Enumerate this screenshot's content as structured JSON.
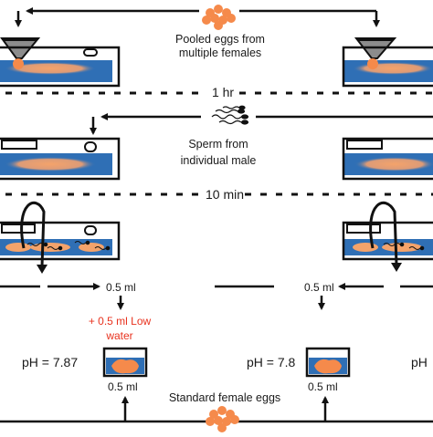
{
  "colors": {
    "water_blue": "#2f6fb5",
    "egg_orange": "#f58a4b",
    "egg_blob": "#f4a36b",
    "funnel_gray": "#8c8c8c",
    "highlight_red": "#e8321e",
    "line_black": "#111111"
  },
  "icons": [
    "pooled-eggs-cluster-icon",
    "funnel-icon",
    "sperm-icon",
    "pipette-arrow-icon",
    "standard-eggs-cluster-icon"
  ],
  "steps": {
    "pooled_eggs_line1": "Pooled eggs from",
    "pooled_eggs_line2": "multiple females",
    "interval_1": "1 hr",
    "sperm_line1": "Sperm from",
    "sperm_line2": "individual male",
    "interval_2": "10 min"
  },
  "transfer": {
    "volume_left": "0.5 ml",
    "volume_right": "0.5 ml",
    "addition_line1": "+ 0.5 ml Low",
    "addition_line2": "water"
  },
  "samples": {
    "ph_left": "pH = 7.87",
    "ph_middle": "pH = 7.8",
    "ph_right_partial": "pH",
    "vol_left": "0.5 ml",
    "vol_middle": "0.5 ml",
    "standard_eggs_label": "Standard female eggs"
  }
}
